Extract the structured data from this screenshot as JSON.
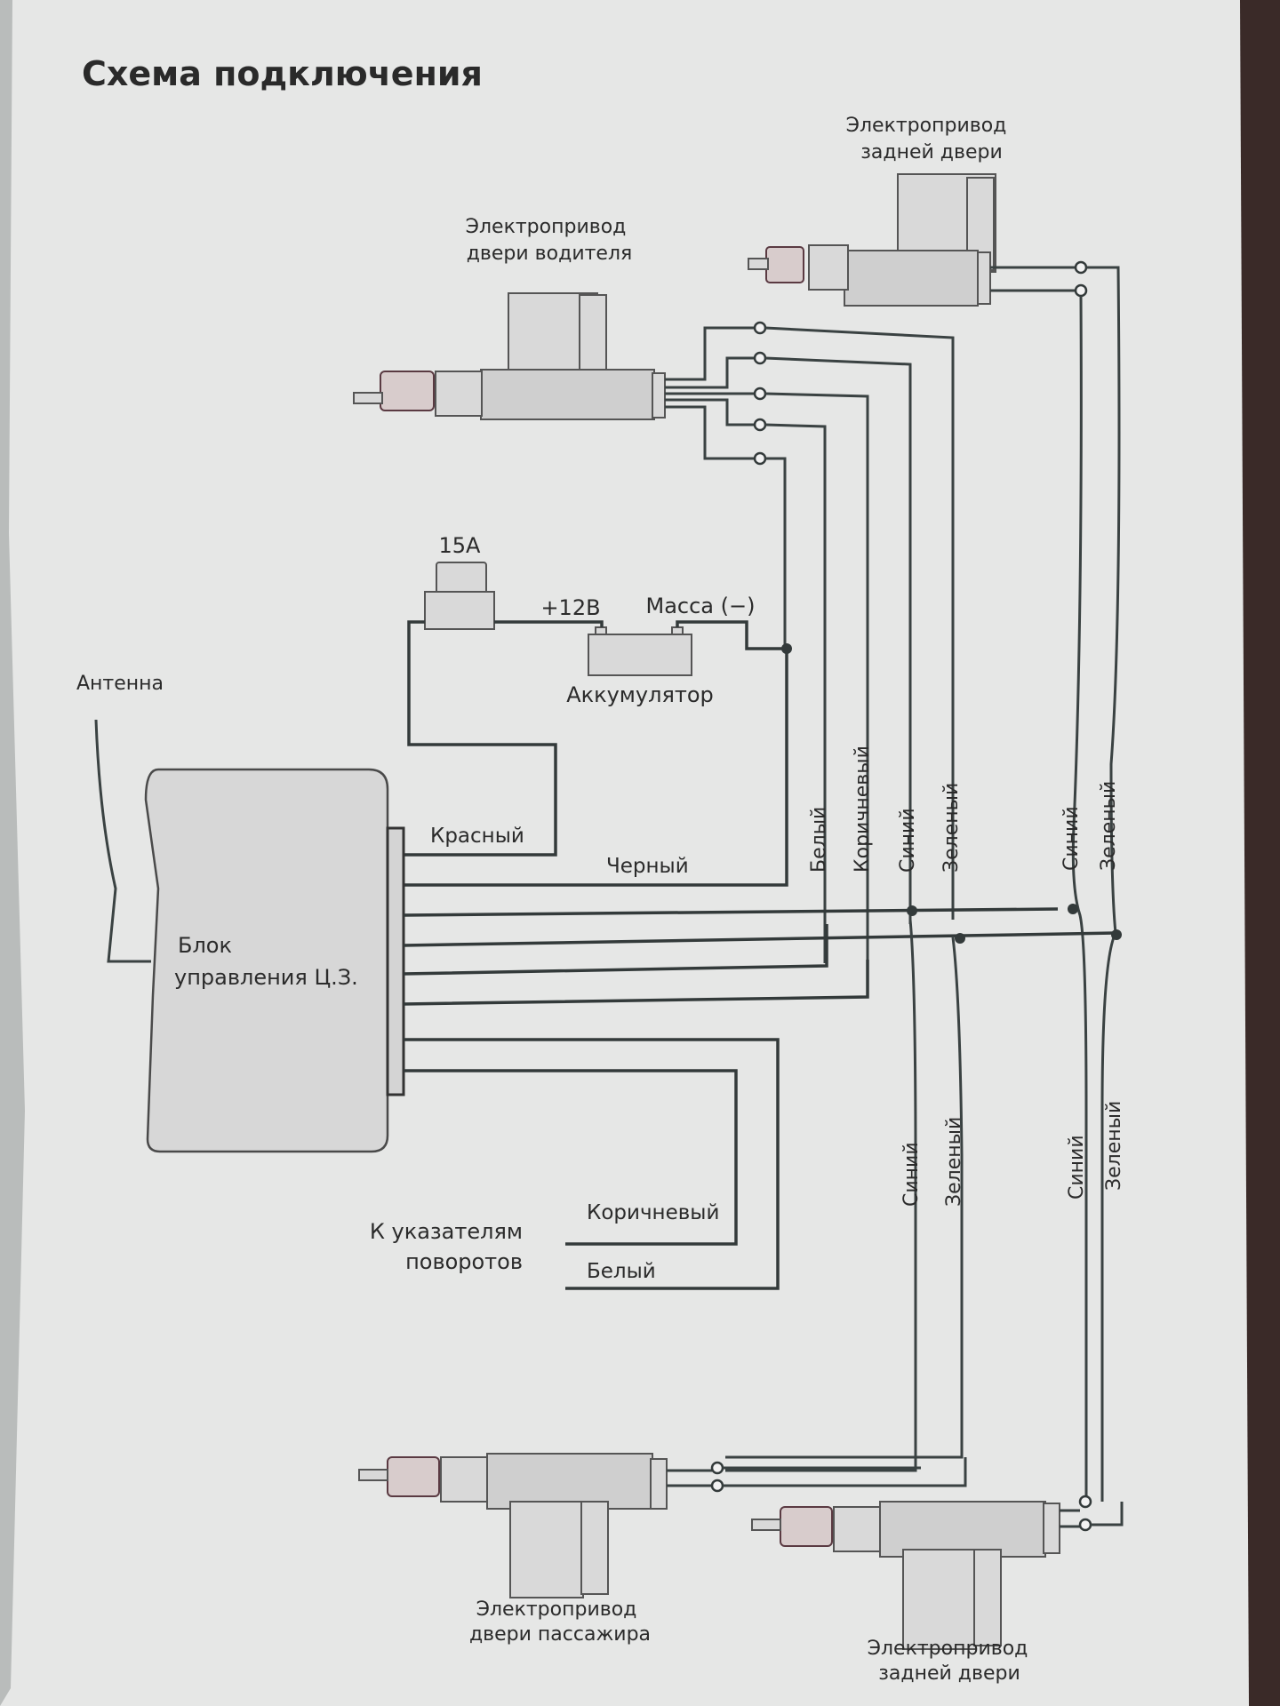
{
  "title": "Схема подключения",
  "actuators": {
    "driver": {
      "line1": "Электропривод",
      "line2": "двери водителя"
    },
    "rear_top": {
      "line1": "Электропривод",
      "line2": "задней двери"
    },
    "passenger": {
      "line1": "Электропривод",
      "line2": "двери пассажира"
    },
    "rear_bottom": {
      "line1": "Электропривод",
      "line2": "задней двери"
    }
  },
  "power": {
    "fuse_rating": "15А",
    "positive_label": "+12В",
    "ground_label": "Масса (−)",
    "battery_label": "Аккумулятор"
  },
  "antenna_label": "Антенна",
  "control_unit": {
    "line1": "Блок",
    "line2": "управления Ц.З."
  },
  "wires": {
    "red": "Красный",
    "black": "Черный",
    "white": "Белый",
    "brown": "Коричневый",
    "blue": "Синий",
    "green": "Зеленый"
  },
  "turn_signals": {
    "line1": "К указателям",
    "line2": "поворотов",
    "brown": "Коричневый",
    "white": "Белый"
  },
  "colors": {
    "paper": "#e6e7e6",
    "ink": "#333a3a",
    "background": "#3a2a28"
  }
}
